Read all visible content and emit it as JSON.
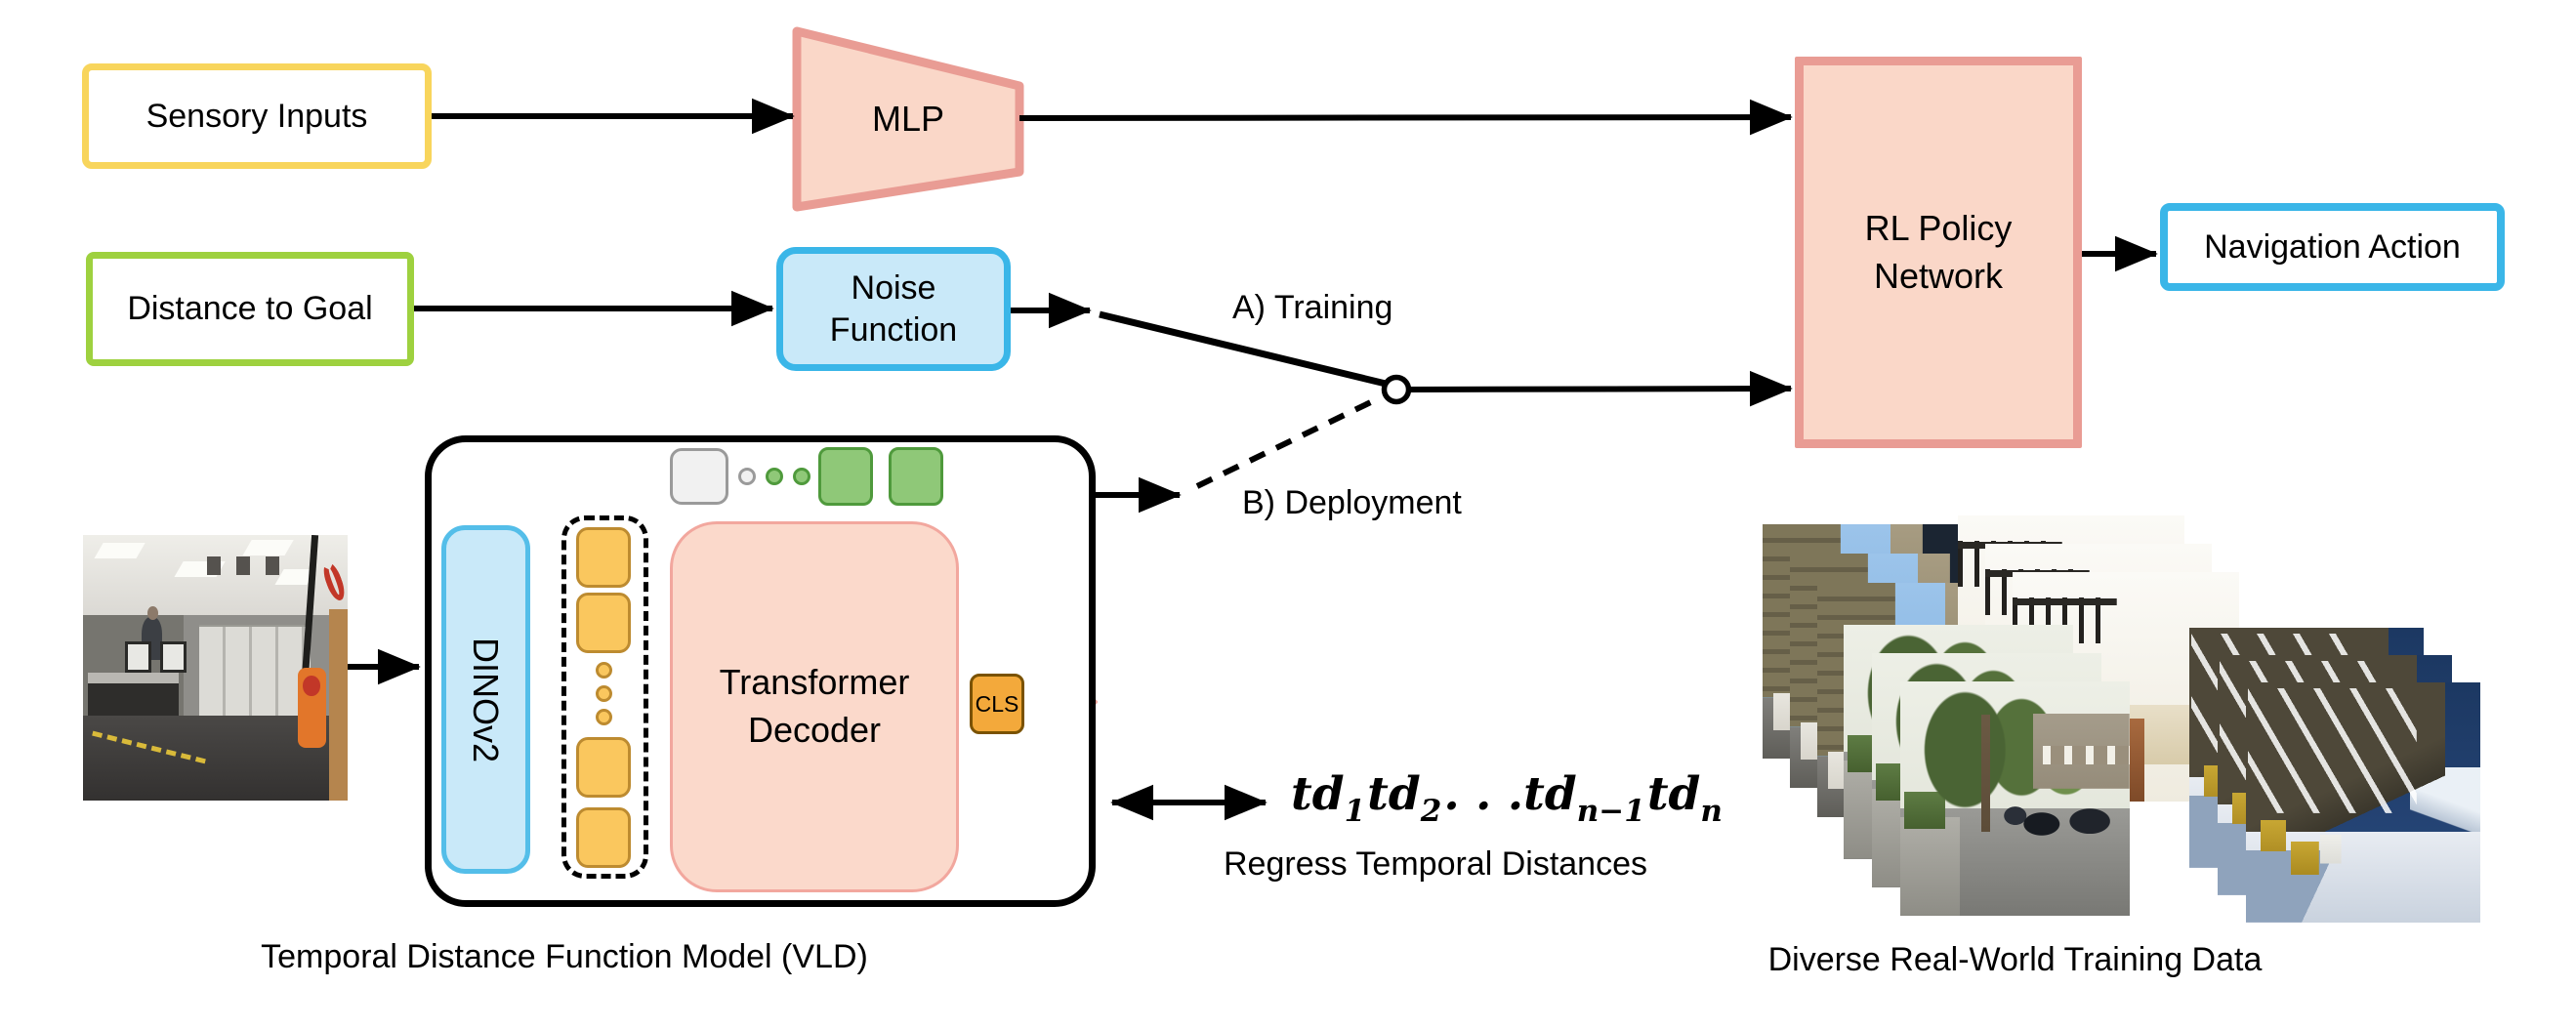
{
  "nodes": {
    "sensory": {
      "label": "Sensory Inputs",
      "border_color": "#F8D55C"
    },
    "goal": {
      "label": "Distance to Goal",
      "border_color": "#9ED13F"
    },
    "mlp": {
      "label": "MLP",
      "fill": "#FAD7C8",
      "border_color": "#E99C94"
    },
    "noise": {
      "label": "Noise Function",
      "fill": "#C9E9F9",
      "border_color": "#3AB6E8"
    },
    "rl": {
      "label": "RL Policy Network",
      "fill": "#FAD7C8",
      "border_color": "#E99C94"
    },
    "nav": {
      "label": "Navigation Action",
      "border_color": "#3AB6E8"
    }
  },
  "switch": {
    "training": "A) Training",
    "deployment": "B) Deployment"
  },
  "vld": {
    "encoder": "DINOv2",
    "decoder": "Transformer Decoder",
    "cls": "CLS",
    "caption": "Temporal Distance Function Model (VLD)"
  },
  "output": {
    "formula": [
      {
        "base": "td",
        "sub": "1"
      },
      {
        "base": "td",
        "sub": "2"
      },
      {
        "base": ". . .",
        "sub": ""
      },
      {
        "base": "td",
        "sub": "n−1"
      },
      {
        "base": "td",
        "sub": "n"
      }
    ],
    "label": "Regress Temporal Distances"
  },
  "training_data": {
    "caption": "Diverse Real-World Training Data"
  },
  "colors": {
    "salmon_fill": "#FAD7C8",
    "salmon_border": "#E99C94",
    "blue_border": "#3AB6E8",
    "blue_fill": "#C9E9F9",
    "yellow_border": "#F8D55C",
    "green_border": "#9ED13F",
    "token_fill": "#FAC75E",
    "token_border": "#BD8B30",
    "cls_fill": "#F3A93B",
    "green_block": "#8FC878",
    "line_color": "#000000"
  }
}
